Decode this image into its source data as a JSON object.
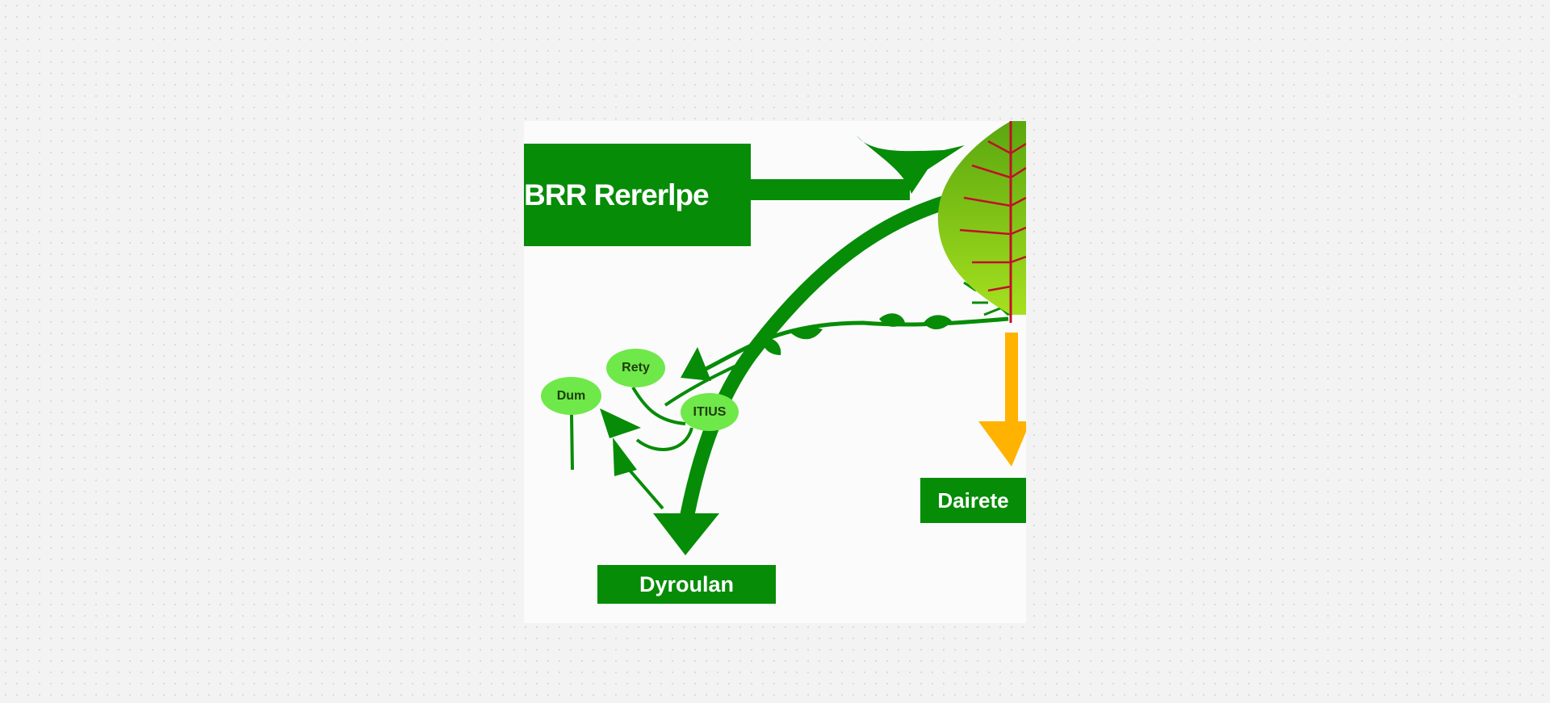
{
  "diagram": {
    "title_box": "BRR Rererlpe",
    "bottom_box": "Dyroulan",
    "right_box": "Dairete",
    "nodes": [
      "Dum",
      "Rety",
      "ITIUS"
    ],
    "colors": {
      "dark_green": "#068c07",
      "light_green": "#6fe84a",
      "leaf_green": "#8fd41c",
      "vein_red": "#c0102a",
      "arrow_yellow": "#ffb300"
    }
  }
}
